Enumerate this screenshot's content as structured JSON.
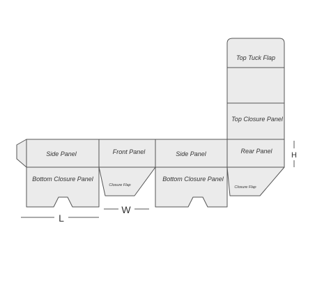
{
  "panels": {
    "top_tuck_flap": "Top Tuck Flap",
    "top_closure_panel": "Top Closure Panel",
    "side_panel_left": "Side Panel",
    "front_panel": "Front Panel",
    "side_panel_right": "Side Panel",
    "rear_panel": "Rear Panel",
    "bottom_closure_panel_left": "Bottom Closure Panel",
    "closure_flap_left": "Closure Flap",
    "bottom_closure_panel_right": "Bottom Closure Panel",
    "closure_flap_right": "Closure Flap"
  },
  "dimensions": {
    "length": "L",
    "width": "W",
    "height": "H"
  },
  "colors": {
    "panel_fill": "#ebebeb",
    "line": "#555555",
    "text": "#333333"
  }
}
